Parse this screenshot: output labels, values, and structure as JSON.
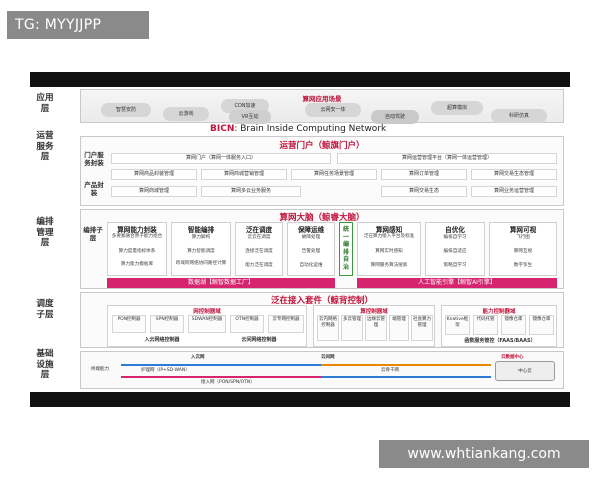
{
  "overlay": {
    "tg_label": "TG: MYYJJPP",
    "watermark": "www.whtiankang.com"
  },
  "colors": {
    "accent_red": "#c0143c",
    "pink_bar": "#d6246e",
    "bar_black": "#111111",
    "label_gray": "#8a8a8a"
  },
  "layers": {
    "app": "应用层",
    "ops": "运营服务层",
    "orch": "编排管理层",
    "ctrl": "调度子层",
    "infra": "基础设施层"
  },
  "app_layer": {
    "title": "算网应用场景",
    "scenarios": [
      "智慧安防",
      "云游戏",
      "CDN加速",
      "VR互动",
      "云网安一体",
      "自动驾驶",
      "超算模拟",
      "科研仿真"
    ]
  },
  "bicn": {
    "prefix": "BICN",
    "text": ": Brain Inside Computing Network"
  },
  "ops_layer": {
    "title": "运营门户（鲸旗门户）",
    "side_labels": [
      "门户服务封装",
      "产品封装"
    ],
    "row1": [
      "算网门户（算网一体服务入口）",
      "算网运营管理平台（算网一体运营管理）"
    ],
    "row2": [
      "算网商品封装管理",
      "算网商城营销管理",
      "算网任务场景管理",
      "算网订单管理",
      "算网交易生态管理"
    ],
    "row3": [
      "算网商城管理",
      "算网多云业务服务",
      "算网交易生态",
      "算网业务运营管理"
    ]
  },
  "orch_layer": {
    "title": "算网大脑（鲸睿大脑）",
    "side_label": "编排子层",
    "modules": [
      {
        "title": "算网能力封装",
        "items": [
          "多要素融合原子能力组合",
          "算力度量指标体系",
          "算力能力模板库"
        ]
      },
      {
        "title": "智能编排",
        "items": [
          "算力解构",
          "算力智能调度",
          "跨域跨网络协同路径计算"
        ]
      },
      {
        "title": "泛在调度",
        "items": [
          "云云在调度",
          "连接泛在调度",
          "能力泛在调度"
        ]
      },
      {
        "title": "保障运维",
        "items": [
          "故障处理",
          "告警处理",
          "自动化运维"
        ]
      },
      {
        "title": "统一编排自治",
        "items": []
      },
      {
        "title": "算网感知",
        "items": [
          "泛在算力接入平台及标准",
          "算网实时感知",
          "算网服务算法搜索"
        ]
      },
      {
        "title": "自优化",
        "items": [
          "编排自学习",
          "编排自适应",
          "策略自学习"
        ]
      },
      {
        "title": "算网可视",
        "items": [
          "飞行图",
          "算网互视",
          "数字孪生"
        ]
      }
    ],
    "data_lake": "数据湖【鲸智数据工厂】",
    "ai_engine": "人工智能引擎【鲸智AI引擎】"
  },
  "ctrl_layer": {
    "title": "泛在接入套件（鲸背控制）",
    "domains": [
      {
        "title": "网控制器域",
        "items": [
          "PON控制器",
          "SPN控制器",
          "SDWAN控制器",
          "OTN控制器",
          "云专网控制器"
        ],
        "footer": [
          "入云网络控制器",
          "云间网络控制器"
        ]
      },
      {
        "title": "算控制器域",
        "items": [
          "云内网络控制器",
          "多云管理",
          "边缘云管理",
          "端管理",
          "社会算力管理"
        ],
        "footer": []
      },
      {
        "title": "能力控制器域",
        "items": [
          "Knative框架",
          "代码托管",
          "镜像仓库",
          "镜像仓库"
        ],
        "footer": [
          "函数服务管控（FAAS/BAAS）"
        ]
      }
    ]
  },
  "infra_layer": {
    "segments": [
      "入云网",
      "云间网",
      "云数据中心"
    ],
    "labels": [
      "终端能力",
      "护理网（IP+SD-WAN）",
      "接入网（PON/SPN/OTN）",
      "云骨干网",
      "中心云"
    ]
  }
}
